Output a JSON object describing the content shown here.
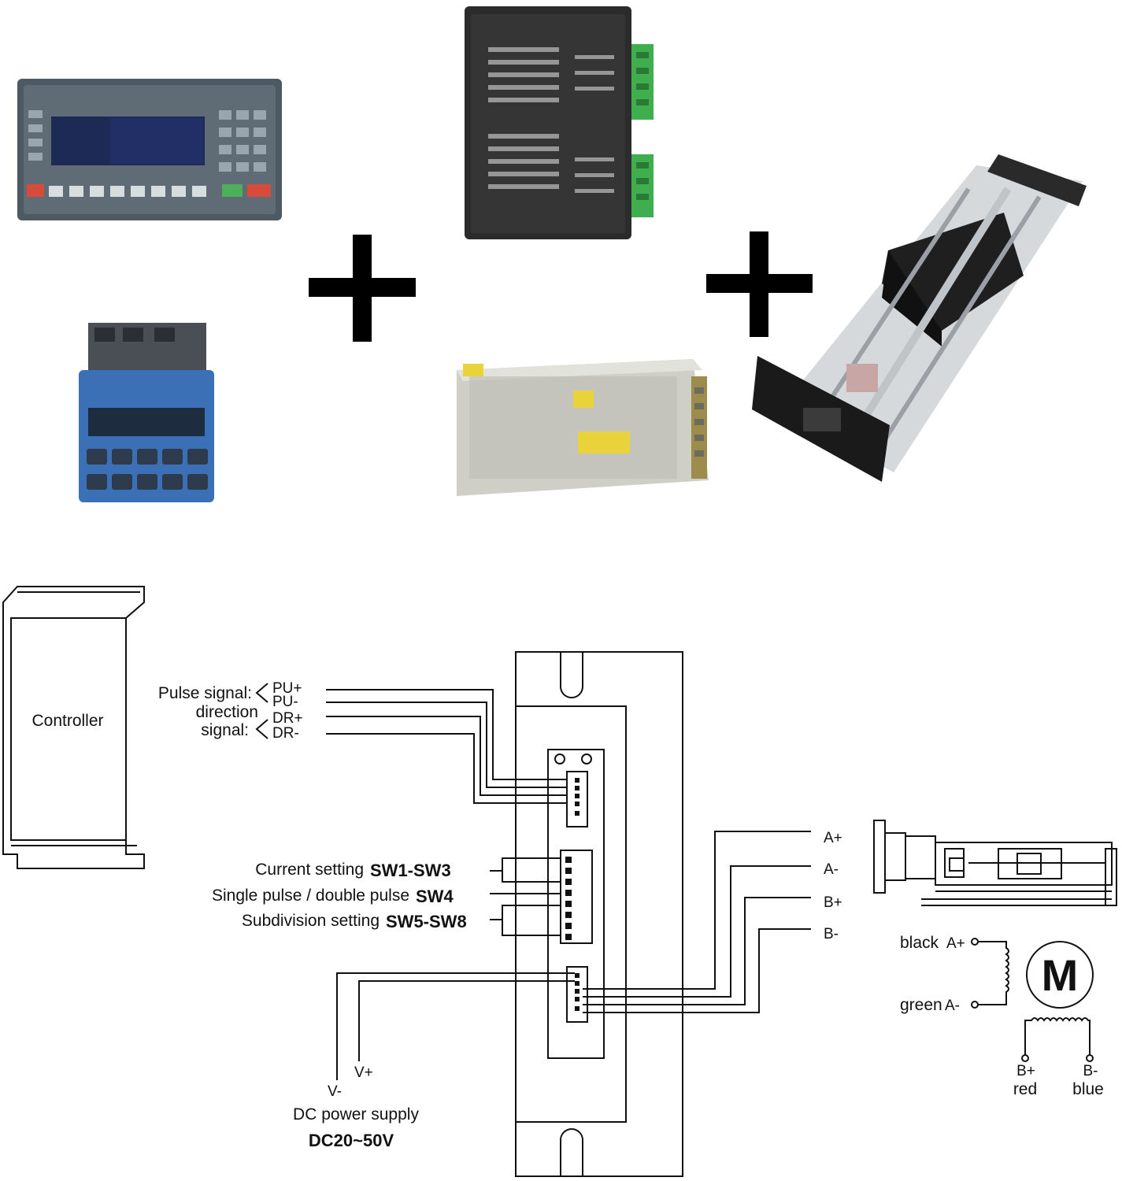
{
  "products": {
    "controller_panel": "controller-panel-photo",
    "controller_small": "small-controller-photo",
    "stepper_driver": "stepper-driver-photo",
    "power_supply": "power-supply-photo",
    "linear_stage": "linear-stage-photo",
    "plus_sign": "+"
  },
  "wiring": {
    "controller_label": "Controller",
    "pulse_label": "Pulse signal:",
    "direction_label_1": "direction",
    "direction_label_2": "signal:",
    "signal_terminals": [
      "PU+",
      "PU-",
      "DR+",
      "DR-"
    ],
    "dip_labels": [
      {
        "text": "Current setting",
        "code": "SW1-SW3"
      },
      {
        "text": "Single pulse / double pulse",
        "code": "SW4"
      },
      {
        "text": "Subdivision setting",
        "code": "SW5-SW8"
      }
    ],
    "motor_outputs": [
      "A+",
      "A-",
      "B+",
      "B-"
    ],
    "power": {
      "v_minus": "V-",
      "v_plus": "V+",
      "label": "DC power supply",
      "range": "DC20~50V"
    },
    "motor_symbol": "M",
    "coil_terminals": {
      "a_plus": "A+",
      "a_minus": "A-",
      "b_plus": "B+",
      "b_minus": "B-"
    },
    "wire_colors": {
      "a_plus": "black",
      "a_minus": "green",
      "b_plus": "red",
      "b_minus": "blue"
    }
  },
  "colors": {
    "line": "#111111",
    "driver_body": "#2b2b2b",
    "terminal_green": "#3fae4f",
    "controller_blue": "#3b6fb6",
    "psu_yellow": "#e9d23a"
  }
}
